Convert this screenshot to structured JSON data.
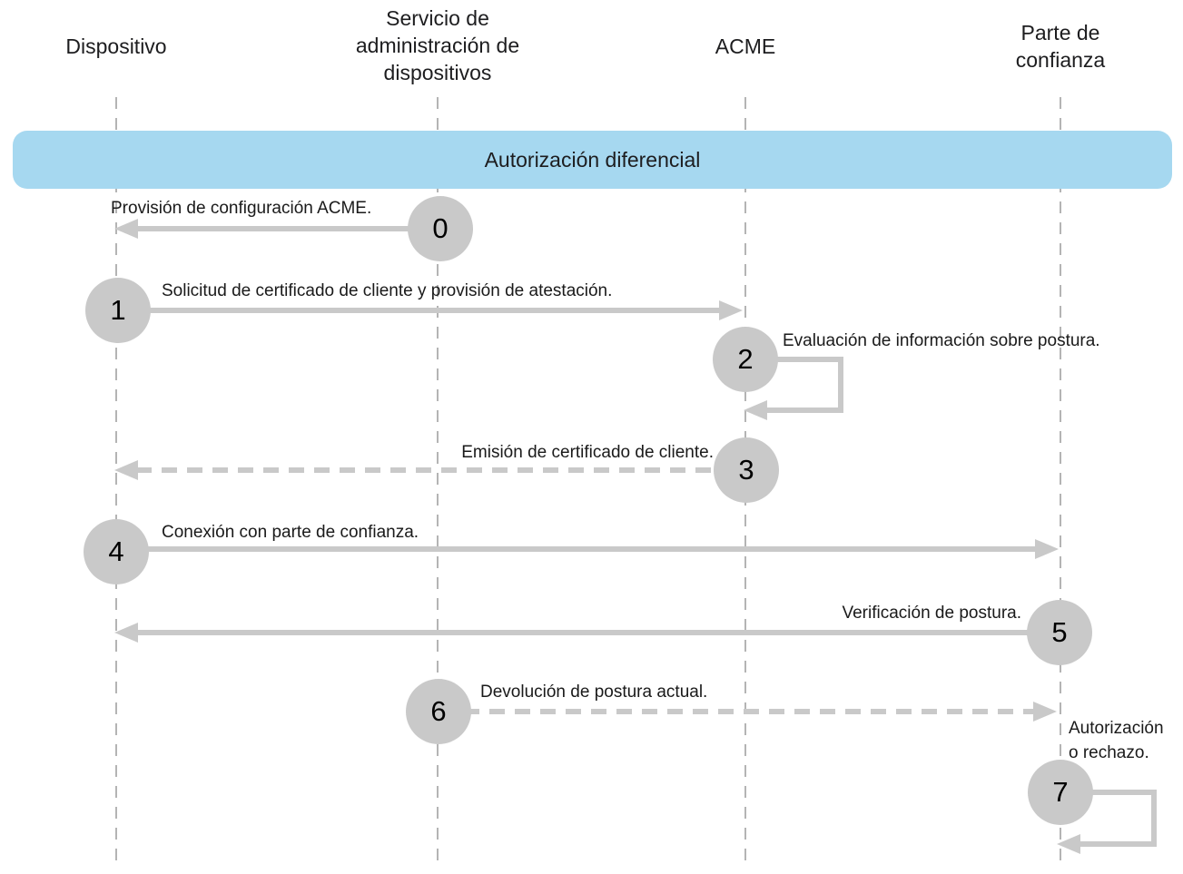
{
  "diagram": {
    "type": "sequence",
    "title_banner": "Autorización diferencial",
    "participants": [
      {
        "label": "Dispositivo"
      },
      {
        "label": "Servicio de administración de dispositivos"
      },
      {
        "label": "ACME"
      },
      {
        "label": "Parte de confianza"
      }
    ],
    "steps": [
      {
        "number": "0",
        "label": "Provisión de configuración ACME.",
        "from": "Servicio de administración de dispositivos",
        "to": "Dispositivo",
        "line": "solid"
      },
      {
        "number": "1",
        "label": "Solicitud de certificado de cliente y provisión de atestación.",
        "from": "Dispositivo",
        "to": "ACME",
        "line": "solid"
      },
      {
        "number": "2",
        "label": "Evaluación de información sobre postura.",
        "from": "ACME",
        "to": "ACME",
        "line": "solid-self-loop"
      },
      {
        "number": "3",
        "label": "Emisión de certificado de cliente.",
        "from": "ACME",
        "to": "Dispositivo",
        "line": "dashed"
      },
      {
        "number": "4",
        "label": "Conexión con parte de confianza.",
        "from": "Dispositivo",
        "to": "Parte de confianza",
        "line": "solid"
      },
      {
        "number": "5",
        "label": "Verificación de postura.",
        "from": "Parte de confianza",
        "to": "Dispositivo",
        "line": "solid"
      },
      {
        "number": "6",
        "label": "Devolución de postura actual.",
        "from": "Servicio de administración de dispositivos",
        "to": "Parte de confianza",
        "line": "dashed"
      },
      {
        "number": "7",
        "label": "Autorización o rechazo.",
        "from": "Parte de confianza",
        "to": "Parte de confianza",
        "line": "solid-self-loop"
      }
    ],
    "colors": {
      "banner_bg": "#a6d8f0",
      "arrow_gray": "#c9c9c9",
      "lifeline_gray": "#b4b4b4",
      "text": "#1d1d1f",
      "background": "#ffffff"
    }
  }
}
